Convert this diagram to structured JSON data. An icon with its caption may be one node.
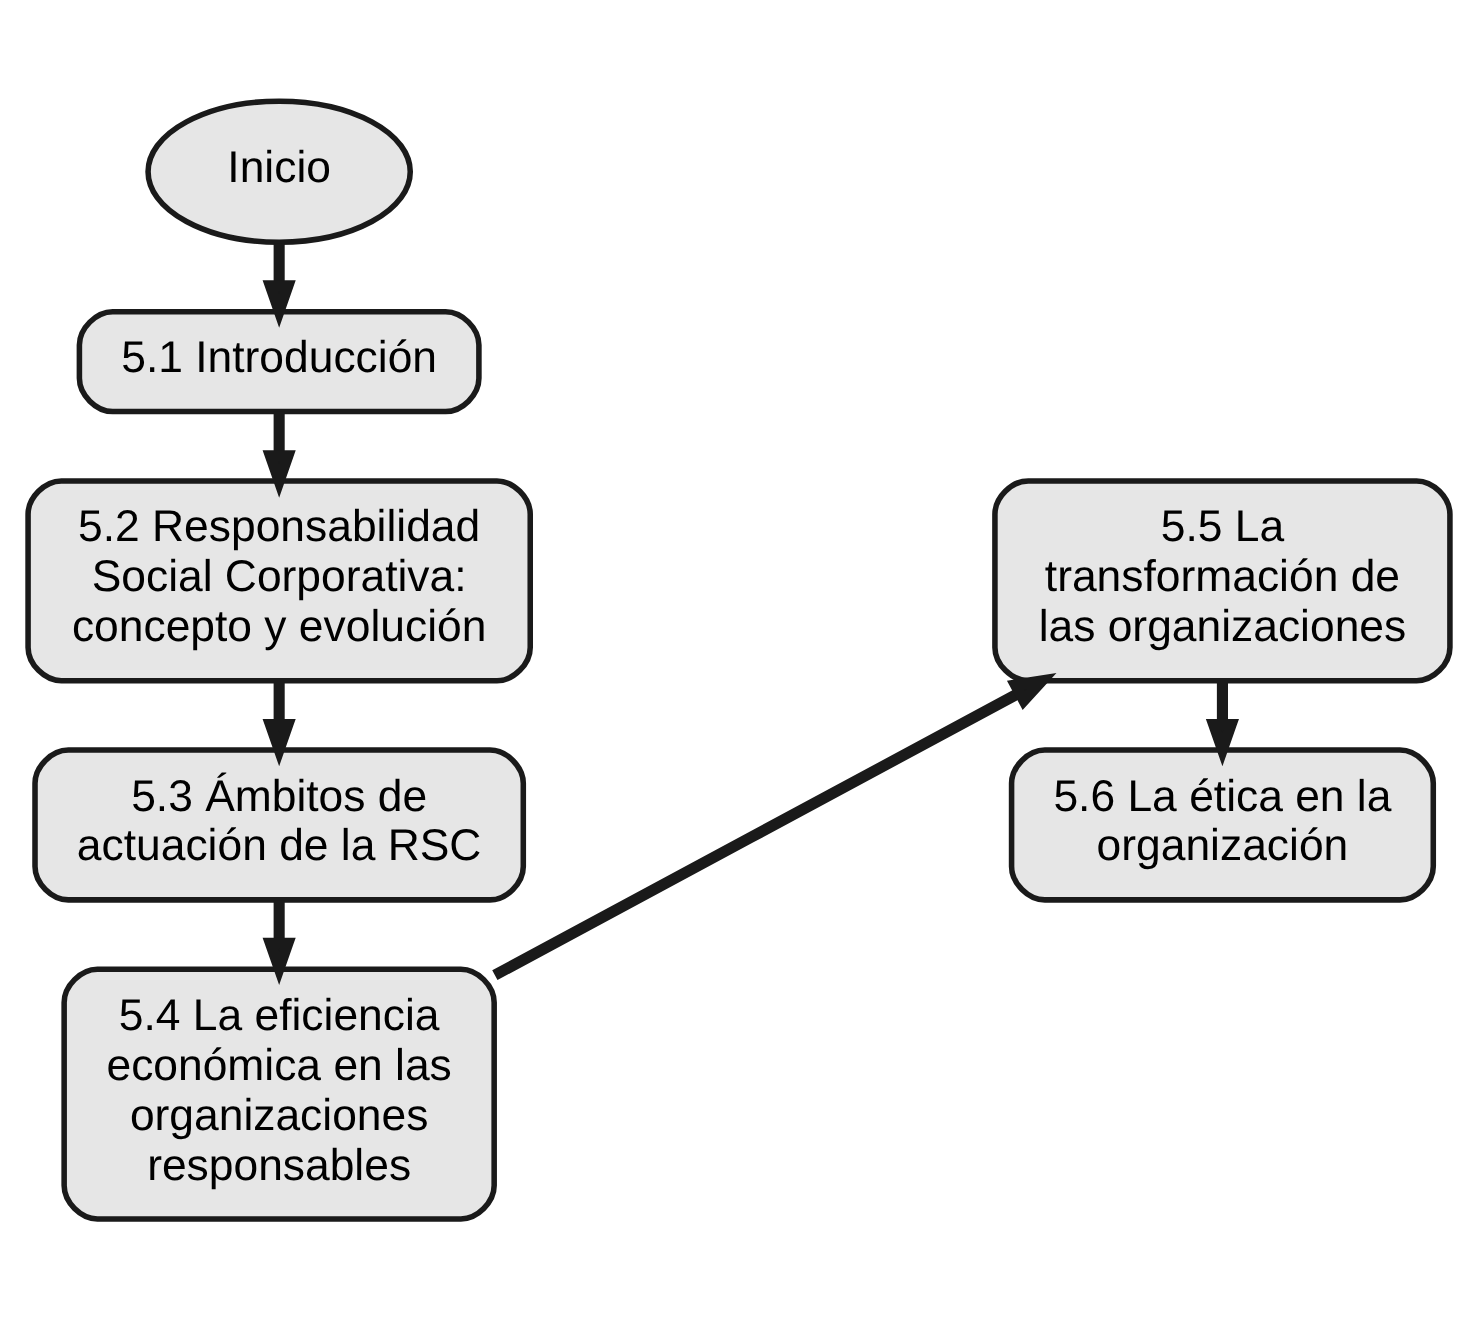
{
  "diagram": {
    "nodes": [
      {
        "text": [
          "Inicio"
        ]
      },
      {
        "text": [
          "5.1 Introducción"
        ]
      },
      {
        "text": [
          "5.2 Responsabilidad Social Corporativa: concepto y evolución"
        ]
      },
      {
        "text": [
          "5.3 Ámbitos de actuación de la RSC"
        ]
      },
      {
        "text": [
          "5.4 La eficiencia económica en las organizaciones responsables"
        ]
      },
      {
        "text": [
          "5.5 La transformación de las organizaciones"
        ]
      },
      {
        "text": [
          "5.6 La ética en la organización"
        ]
      }
    ],
    "edges": [
      {
        "from": 0,
        "to": 1,
        "arrow": "to"
      },
      {
        "from": 1,
        "to": 2,
        "arrow": "to"
      },
      {
        "from": 2,
        "to": 3,
        "arrow": "to"
      },
      {
        "from": 3,
        "to": 4,
        "arrow": "to"
      },
      {
        "from": 4,
        "to": 5,
        "arrow": "to"
      },
      {
        "from": 5,
        "to": 6,
        "arrow": "to"
      }
    ]
  }
}
